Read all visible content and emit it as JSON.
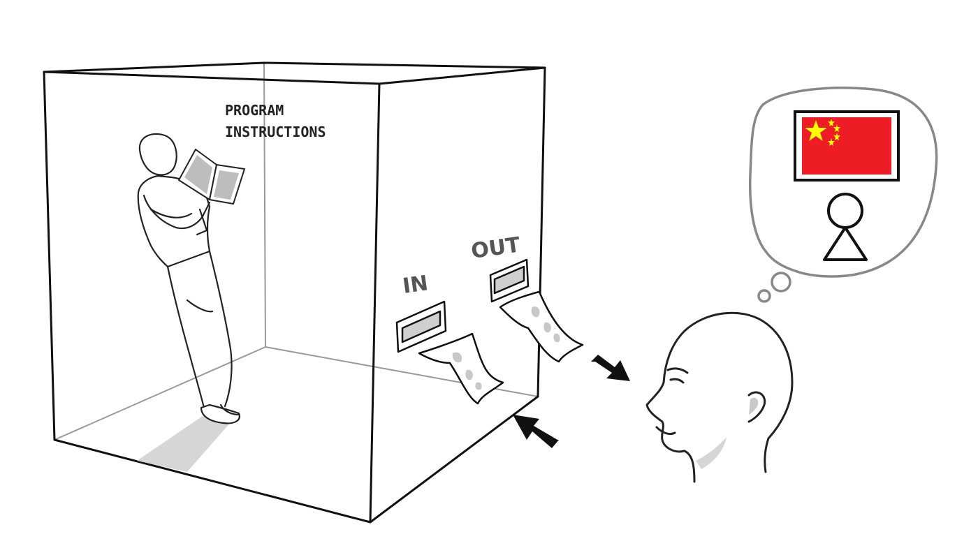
{
  "labels": {
    "program_line1": "PROGRAM",
    "program_line2": "INSTRUCTIONS",
    "slot_in": "IN",
    "slot_out": "OUT"
  },
  "icons": {
    "flag": "china-flag-icon",
    "person": "person-icon",
    "thought": "thought-bubble-icon"
  },
  "colors": {
    "flag_red": "#EE1C25",
    "flag_star": "#FFFF00",
    "ink": "#111111",
    "shadow": "#d6d6d6"
  }
}
